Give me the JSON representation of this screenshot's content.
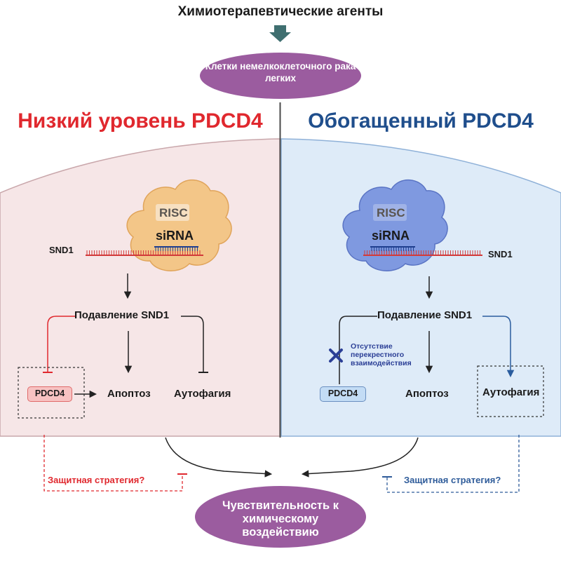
{
  "top": {
    "title": "Химиотерапевтические агенты",
    "cells_label": "Клетки немелкоклеточного рака легких"
  },
  "left": {
    "heading": "Низкий уровень PDCD4",
    "risc": "RISC",
    "sirna": "siRNA",
    "snd1": "SND1",
    "suppression": "Подавление SND1",
    "pdcd4": "PDCD4",
    "apoptosis": "Апоптоз",
    "autophagy": "Аутофагия",
    "strategy": "Защитная стратегия?"
  },
  "right": {
    "heading": "Обогащенный PDCD4",
    "risc": "RISC",
    "sirna": "siRNA",
    "snd1": "SND1",
    "suppression": "Подавление SND1",
    "no_crosstalk": "Отсутствие перекрестного взаимодействия",
    "pdcd4": "PDCD4",
    "apoptosis": "Апоптоз",
    "autophagy": "Аутофагия",
    "strategy": "Защитная стратегия?"
  },
  "bottom": {
    "sensitivity": "Чувствительность к химическому воздействию"
  },
  "colors": {
    "left_accent": "#e0282e",
    "right_accent": "#1f4e8c",
    "left_cell_bg": "#f6e6e7",
    "right_cell_bg": "#deebf8",
    "oval_purple": "#9b5c9f",
    "arrow_teal": "#3f6f70"
  }
}
